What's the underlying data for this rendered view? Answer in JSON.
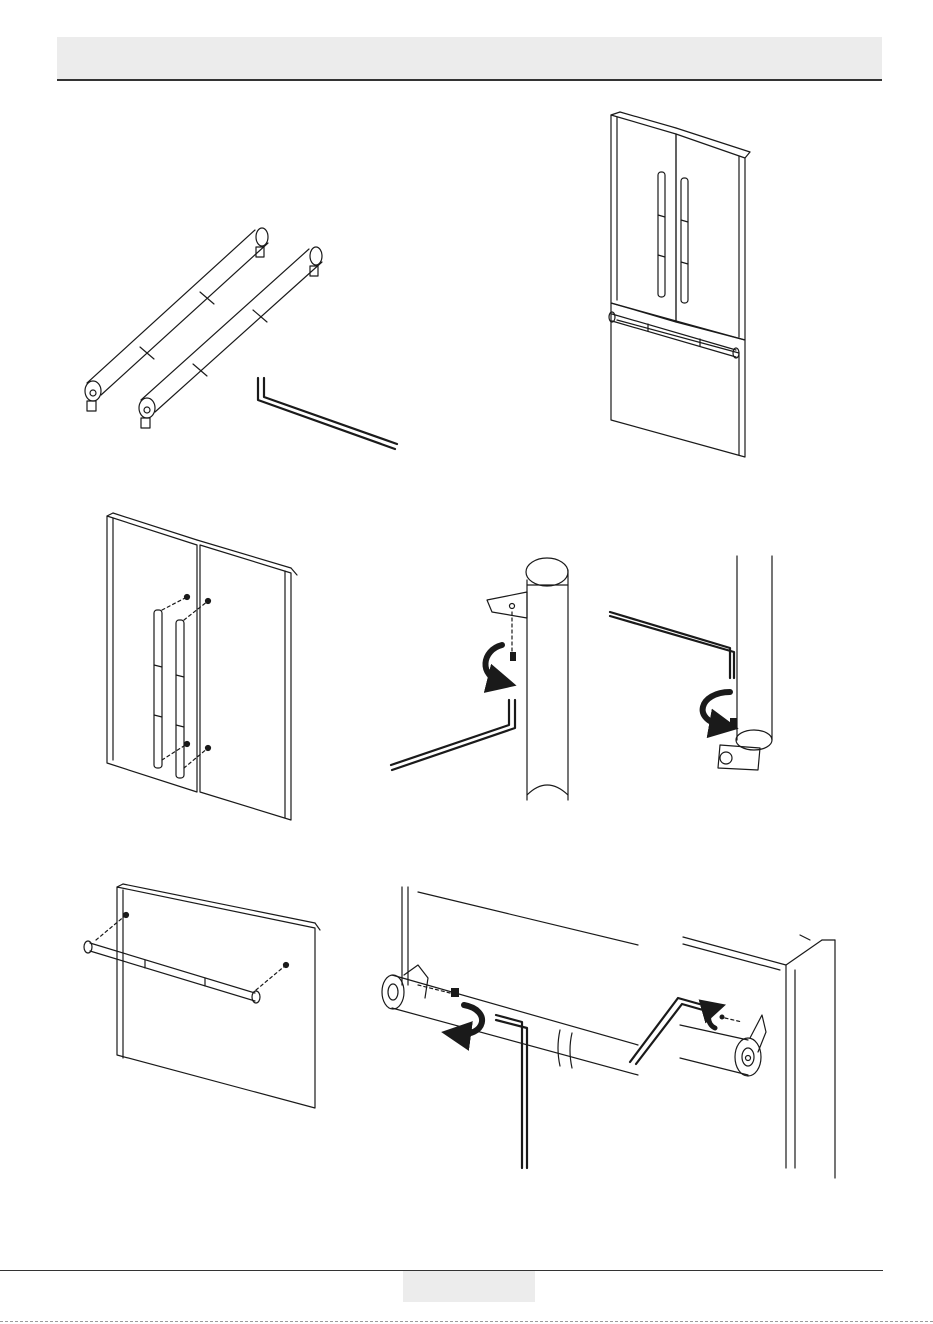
{
  "header": {
    "title": ""
  },
  "footer": {
    "page_number": ""
  },
  "colors": {
    "line": "#1a1a1a",
    "band": "#ececec",
    "rule": "#333333"
  },
  "illustrations": [
    {
      "name": "handle-kit-parts",
      "icon": "handles-and-hex-key"
    },
    {
      "name": "fridge-with-handles-installed",
      "icon": "french-door-fridge"
    },
    {
      "name": "door-handle-mounting",
      "icon": "upper-doors-handles"
    },
    {
      "name": "handle-top-screw-tightening",
      "icon": "hex-key-rotate"
    },
    {
      "name": "handle-bottom-screw-tightening",
      "icon": "hex-key-rotate"
    },
    {
      "name": "drawer-handle-mounting",
      "icon": "drawer-handle"
    },
    {
      "name": "drawer-handle-screw-tightening",
      "icon": "hex-key-rotate"
    }
  ]
}
